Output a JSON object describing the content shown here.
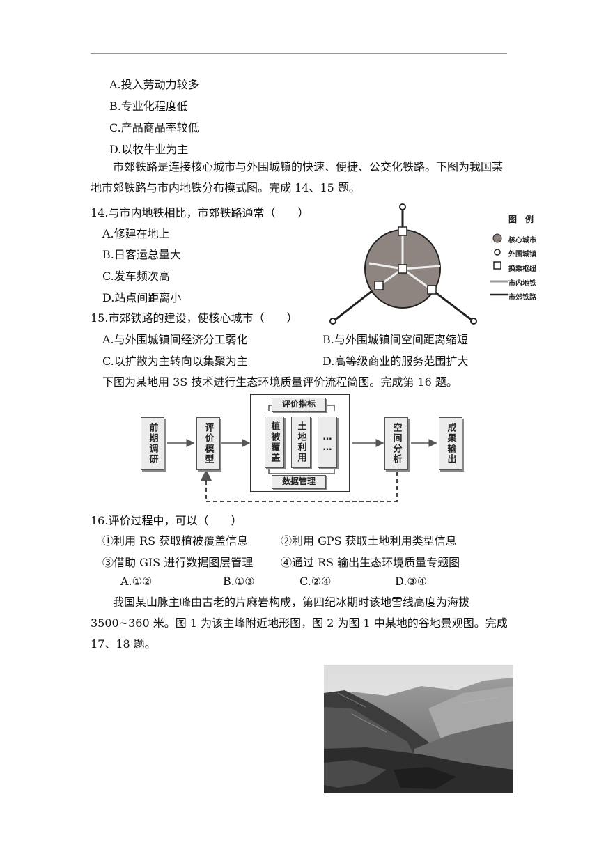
{
  "q13_options": [
    "A.投入劳动力较多",
    "B.专业化程度低",
    "C.产品商品率较低",
    "D.以牧牛业为主"
  ],
  "intro_rail": "市郊铁路是连接核心城市与外围城镇的快速、便捷、公交化铁路。下图为我国某地市郊铁路与市内地铁分布模式图。完成 14、15 题。",
  "q14": {
    "stem": "14.与市内地铁相比，市郊铁路通常（　　）",
    "options": [
      "A.修建在地上",
      "B.日客运总量大",
      "C.发车频次高",
      "D.站点间距离小"
    ]
  },
  "q15": {
    "stem": "15.市郊铁路的建设，使核心城市（　　）",
    "options": [
      "A.与外围城镇间经济分工弱化",
      "B.与外围城镇间空间距离缩短",
      "C.以扩散为主转向以集聚为主",
      "D.高等级商业的服务范围扩大"
    ]
  },
  "legend": {
    "title": "图　例",
    "items": [
      "核心城市",
      "外围城镇",
      "换乘枢纽",
      "市内地铁",
      "市郊铁路"
    ]
  },
  "intro_3s": "下图为某地用 3S 技术进行生态环境质量评价流程简图。完成第 16 题。",
  "flow": {
    "step1": "前期调研",
    "step2": "评价模型",
    "indicators_title": "评价指标",
    "ind1": "植被覆盖",
    "ind2": "土地利用",
    "ind3": "……",
    "data_mgmt": "数据管理",
    "step4": "空间分析",
    "step5": "成果输出"
  },
  "q16": {
    "stem": "16.评价过程中，可以（　　）",
    "items": [
      "①利用 RS 获取植被覆盖信息",
      "②利用 GPS 获取土地利用类型信息",
      "③借助 GIS 进行数据图层管理",
      "④通过 RS 输出生态环境质量专题图"
    ],
    "options": [
      "A.①②",
      "B.①③",
      "C.②④",
      "D.③④"
    ]
  },
  "intro_mountain": "我国某山脉主峰由古老的片麻岩构成，第四纪冰期时该地雪线高度为海拔 3500~360 米。图 1 为该主峰附近地形图，图 2 为图 1 中某地的谷地景观图。完成 17、18 题。"
}
